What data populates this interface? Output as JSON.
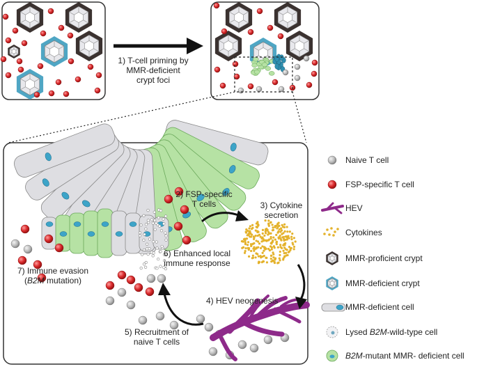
{
  "steps": {
    "s1": [
      "1) T-cell priming by",
      "MMR-deficient",
      "crypt foci"
    ],
    "s2": [
      "2) FSP-specific",
      "T cells"
    ],
    "s3": [
      "3) Cytokine",
      "secretion"
    ],
    "s4": "4) HEV neogenesis",
    "s5": [
      "5) Recruitment of",
      "naive T cells"
    ],
    "s6": [
      "6) Enhanced local",
      "immune response"
    ],
    "s7": {
      "line1": "7) Immune evasion",
      "open": "(",
      "italic": "B2M",
      "rest": " mutation)"
    }
  },
  "legend": [
    {
      "icon": "naive-t-cell-icon",
      "text": "Naive T cell"
    },
    {
      "icon": "fsp-t-cell-icon",
      "text": "FSP-specific T cell"
    },
    {
      "icon": "hev-icon",
      "text": "HEV"
    },
    {
      "icon": "cytokines-icon",
      "text": "Cytokines"
    },
    {
      "icon": "mmr-proficient-crypt-icon",
      "text": "MMR-proficient crypt"
    },
    {
      "icon": "mmr-deficient-crypt-icon",
      "text": "MMR-deficient crypt"
    },
    {
      "icon": "mmr-deficient-cell-icon",
      "text": "MMR-deficient cell"
    },
    {
      "icon": "lysed-cell-icon",
      "italic": "B2M",
      "pre": "Lysed ",
      "post": "-wild-type cell"
    },
    {
      "icon": "b2m-mutant-cell-icon",
      "italic": "B2M",
      "pre": "",
      "post": "-mutant MMR- deficient cell"
    }
  ],
  "colors": {
    "naive": "#b4b4b4",
    "fsp": "#d52a2a",
    "hev": "#8e2a8a",
    "cytokine": "#e4b22c",
    "proficient_ring": "#3b3230",
    "deficient_ring": "#4fa6c4",
    "cell_gray": "#dedee2",
    "nucleus_blue": "#3da4c8",
    "mutant_green": "#b6e2a4"
  }
}
